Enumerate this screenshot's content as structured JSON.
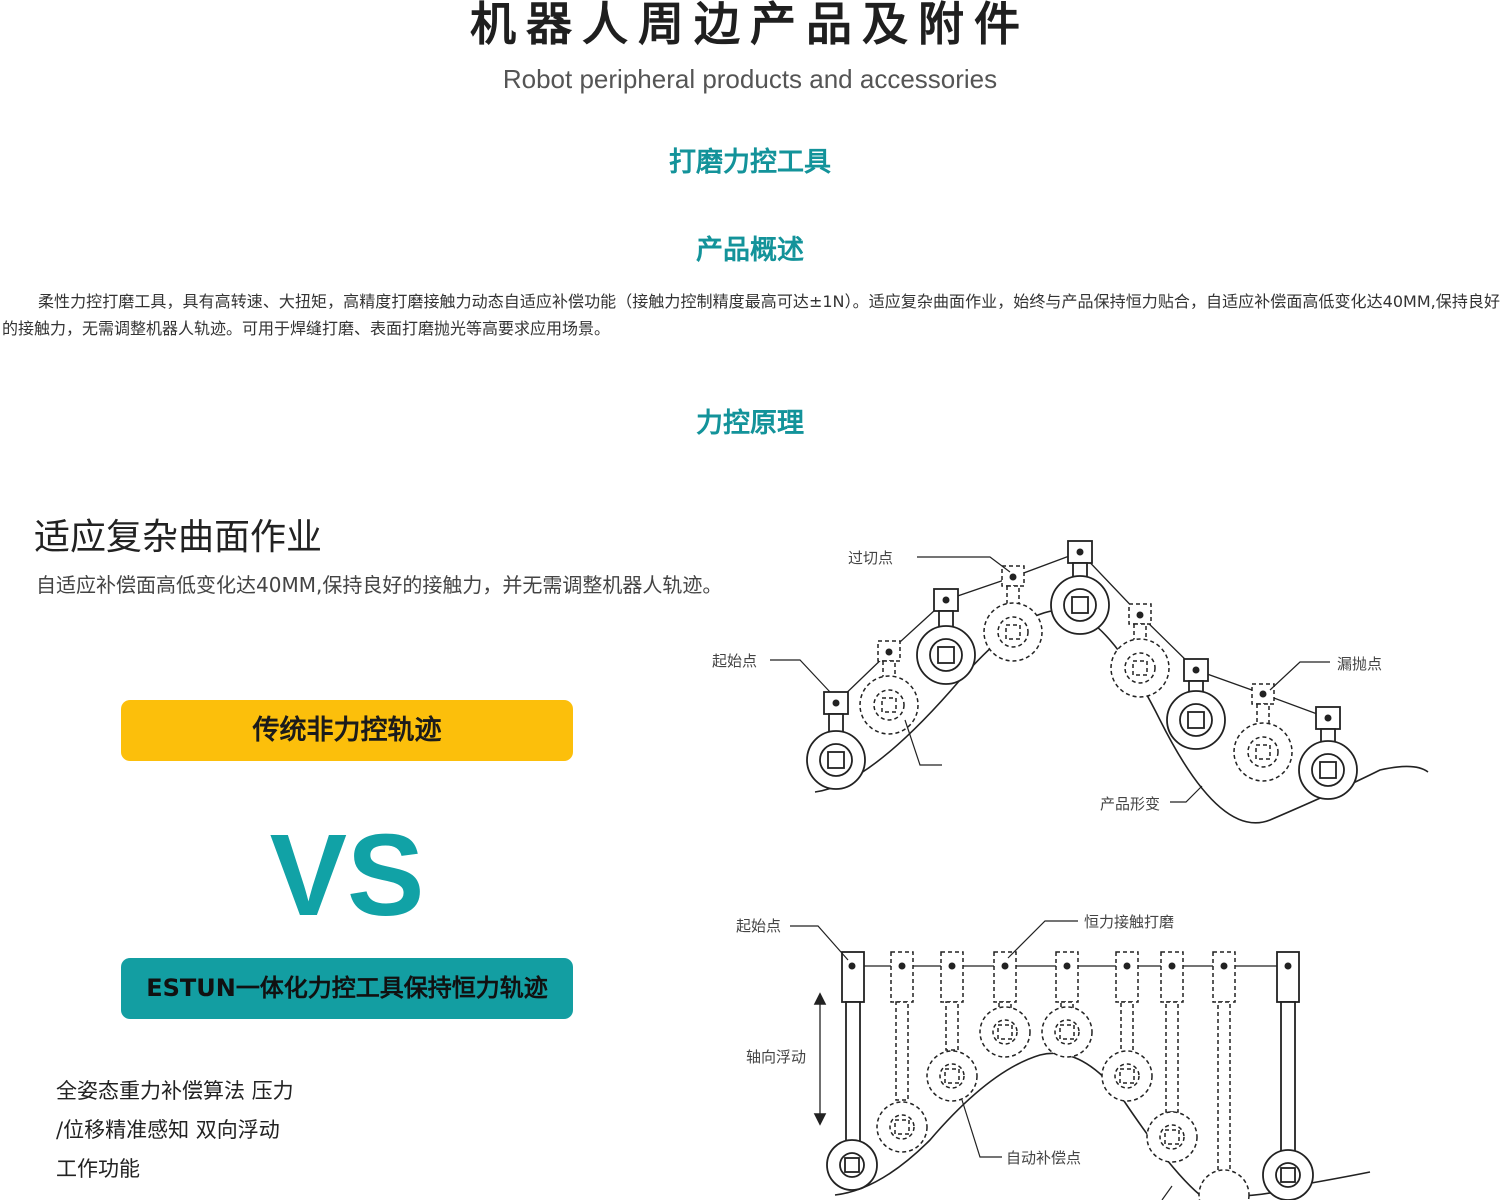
{
  "header": {
    "title": "机器人周边产品及附件",
    "subtitle": "Robot peripheral products and accessories"
  },
  "sections": {
    "product_name": "打磨力控工具",
    "overview_heading": "产品概述",
    "overview_text": "柔性力控打磨工具，具有高转速、大扭矩，高精度打磨接触力动态自适应补偿功能（接触力控制精度最高可达±1N）。适应复杂曲面作业，始终与产品保持恒力贴合，自适应补偿面高低变化达40MM,保持良好的接触力，无需调整机器人轨迹。可用于焊缝打磨、表面打磨抛光等高要求应用场景。",
    "principle_heading": "力控原理"
  },
  "principle": {
    "headline": "适应复杂曲面作业",
    "description": "自适应补偿面高低变化达40MM,保持良好的接触力，并无需调整机器人轨迹。",
    "traditional_label": "传统非力控轨迹",
    "vs_text": "VS",
    "estun_label": "ESTUN一体化力控工具保持恒力轨迹",
    "features": [
      "全姿态重力补偿算法 压力",
      "/位移精准感知 双向浮动",
      "工作功能"
    ]
  },
  "diagram_top": {
    "labels": {
      "overcut": "过切点",
      "start": "起始点",
      "missed": "漏抛点",
      "deform": "产品形变"
    }
  },
  "diagram_bottom": {
    "labels": {
      "start": "起始点",
      "constant": "恒力接触打磨",
      "axial": "轴向浮动",
      "auto": "自动补偿点"
    }
  }
}
